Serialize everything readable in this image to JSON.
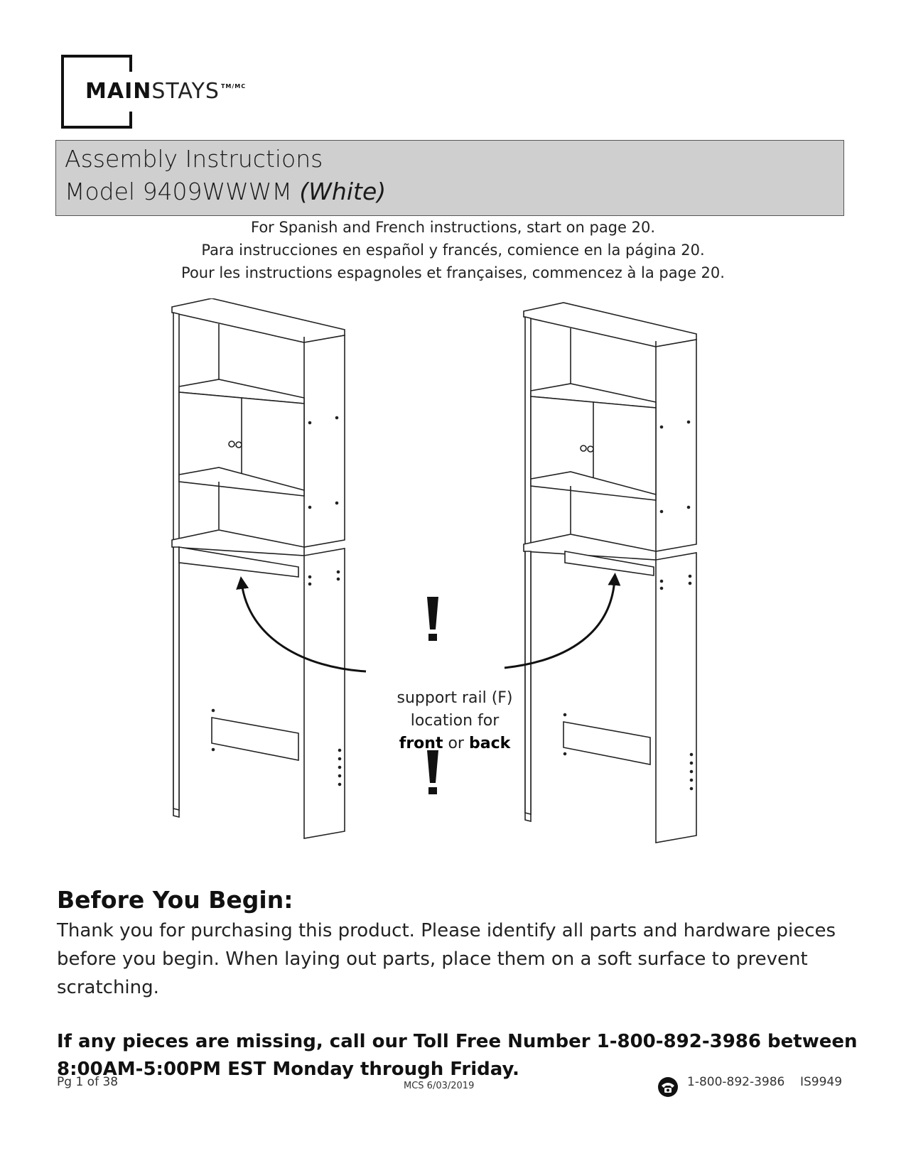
{
  "brand": {
    "logo_strong": "MAIN",
    "logo_light": "STAYS",
    "logo_mark": "TM/MC"
  },
  "title": {
    "line1": "Assembly Instructions",
    "line2_prefix": "Model 9409WWWM",
    "line2_italic": "(White)"
  },
  "language_notes": [
    "For Spanish and French instructions, start on page 20.",
    "Para instrucciones en español y francés, comience en la página 20.",
    "Pour les instructions espagnoles et françaises, commencez à la page 20."
  ],
  "illustration": {
    "callout_line1": "support rail (F)",
    "callout_line2": "location for",
    "callout_bold1": "front",
    "callout_mid": "or",
    "callout_bold2": "back",
    "alert_icon": "exclamation-icon"
  },
  "before_you_begin": {
    "heading": "Before You Begin:",
    "body": "Thank you for purchasing this product. Please identify all parts and hardware pieces before you begin. When laying out parts, place them on a soft surface to prevent scratching."
  },
  "missing_notice": "If any pieces are missing, call our Toll Free Number 1-800-892-3986 between 8:00AM-5:00PM EST Monday through Friday.",
  "footer": {
    "page": "Pg 1 of 38",
    "revision": "MCS 6/03/2019",
    "phone": "1-800-892-3986",
    "doc_id": "IS9949",
    "phone_icon": "telephone-icon"
  }
}
